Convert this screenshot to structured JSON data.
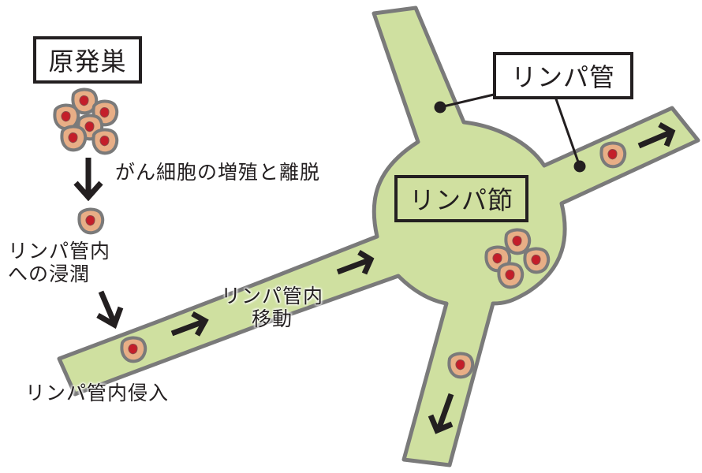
{
  "title_boxes": {
    "primary_tumor": "原発巣",
    "lymph_vessel": "リンパ管",
    "lymph_node": "リンパ節"
  },
  "steps": {
    "proliferation": "がん細胞の増殖と離脱",
    "infiltration_line1": "リンパ管内",
    "infiltration_line2": "への浸潤",
    "invasion": "リンパ管内侵入",
    "migration_line1": "リンパ管内",
    "migration_line2": "移動"
  },
  "colors": {
    "vessel_fill": "#cfe0a0",
    "vessel_outline": "#7a7a7a",
    "cell_fill": "#e8ae86",
    "cell_nucleus": "#c41e2a",
    "arrow": "#231f20",
    "text": "#231f20"
  }
}
